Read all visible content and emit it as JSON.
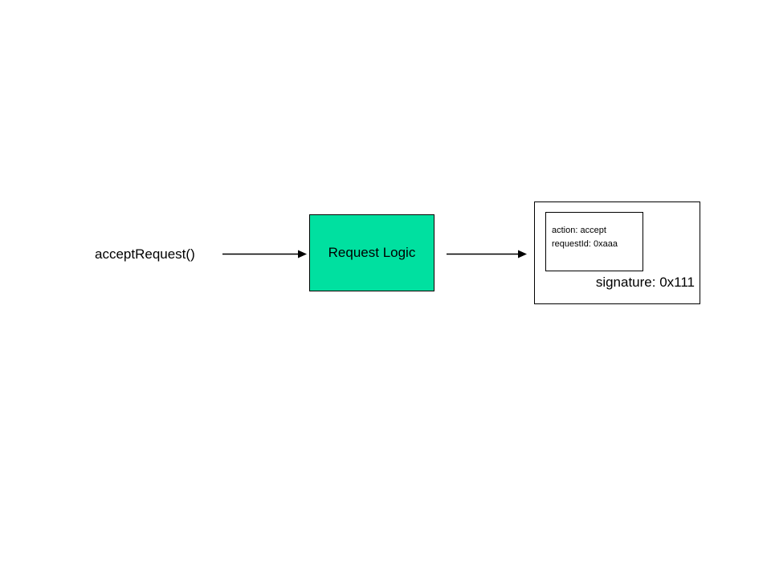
{
  "diagram": {
    "type": "flow",
    "background_color": "#ffffff",
    "entry": {
      "label": "acceptRequest()"
    },
    "process": {
      "label": "Request Logic",
      "fill_color": "#00e0a0",
      "stroke_color": "#000000"
    },
    "message": {
      "payload": {
        "fields": [
          "action: accept",
          "requestId: 0xaaa"
        ]
      },
      "signature": "signature: 0x111",
      "fill_color": "#ffffff",
      "stroke_color": "#000000"
    },
    "connectors": [
      {
        "name": "entry-to-process",
        "from": "acceptRequest()",
        "to": "Request Logic"
      },
      {
        "name": "process-to-message",
        "from": "Request Logic",
        "to": "signed message"
      }
    ]
  }
}
